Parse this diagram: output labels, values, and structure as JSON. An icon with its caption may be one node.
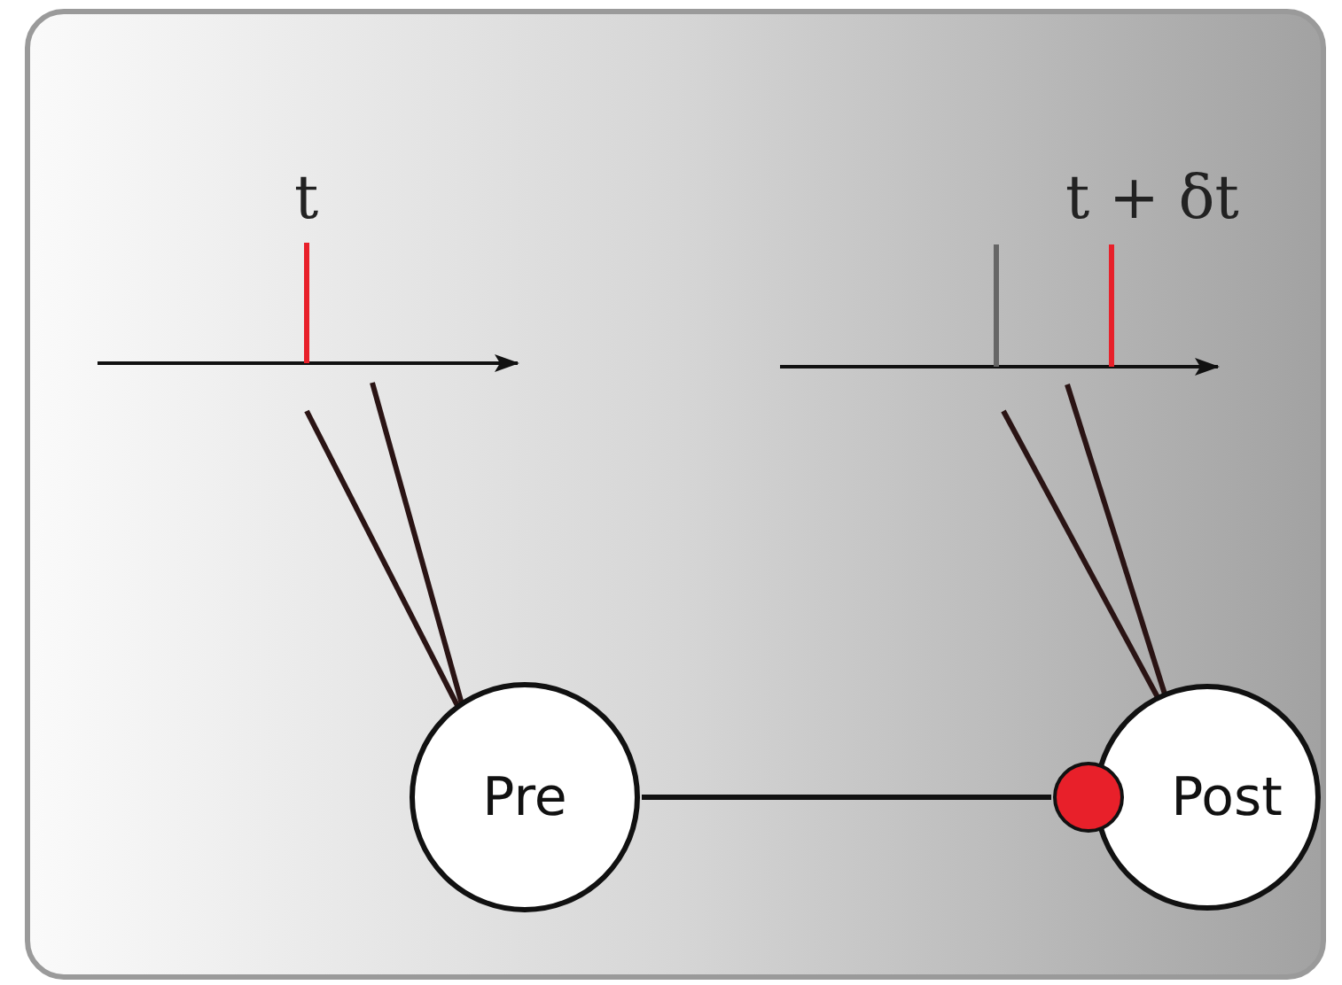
{
  "diagram": {
    "nodes": [
      {
        "text": [
          "Pre"
        ]
      },
      {
        "text": [
          "Post"
        ]
      },
      {
        "text": [],
        "shape": "circle"
      }
    ],
    "edges": [
      {
        "from": 0,
        "to": 2,
        "arrow": "none"
      }
    ],
    "labels": [
      "t",
      "t + δt"
    ]
  }
}
